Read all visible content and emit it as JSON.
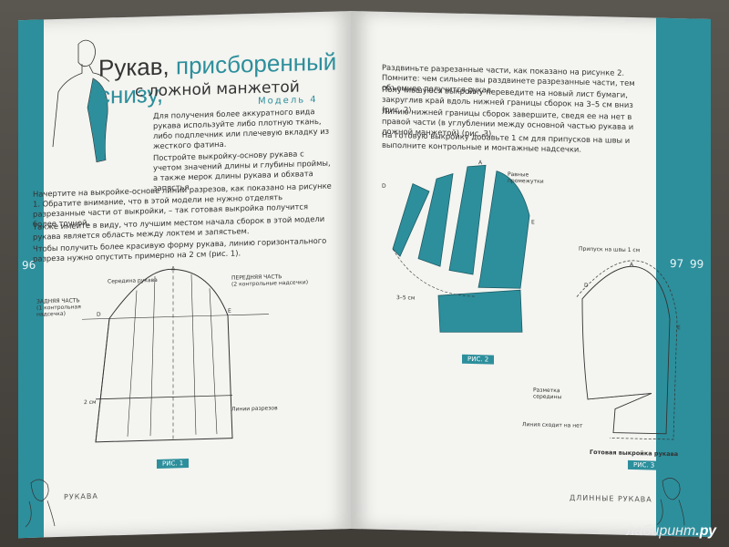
{
  "left_page": {
    "page_number": "96",
    "title_part1": "Рукав, ",
    "title_accent": "присборенный снизу,",
    "title_line2": "с ложной манжетой",
    "model_label": "Модель 4",
    "paragraphs": [
      "Для получения более аккуратного вида рукава используйте либо плотную ткань, либо подплечник или плечевую вкладку из жесткого фатина.",
      "Постройте выкройку-основу рукава с учетом значений длины и глубины проймы, а также мерок длины рукава и обхвата запястья.",
      "Начертите на выкройке-основе линии разрезов, как показано на рисунке 1. Обратите внимание, что в этой модели не нужно отделять разрезанные части от выкройки, – так готовая выкройка получится более точной.",
      "Также имейте в виду, что лучшим местом начала сборок в этой модели рукава является область между локтем и запястьем.",
      "Чтобы получить более красивую форму рукава, линию горизонтального разреза нужно опустить примерно на 2 см (рис. 1)."
    ],
    "fig1": {
      "label_a": "A",
      "label_d": "D",
      "label_e": "E",
      "center_line": "Середина рукава",
      "front": "ПЕРЕДНЯЯ ЧАСТЬ\n(2 контрольные надсечки)",
      "back": "ЗАДНЯЯ ЧАСТЬ\n(1 контрольная надсечка)",
      "cm2": "2 см",
      "cut_lines": "Линии разрезов",
      "badge": "РИС. 1"
    },
    "footer": "РУКАВА"
  },
  "right_page": {
    "page_numbers": [
      "97",
      "99"
    ],
    "paragraphs": [
      "Раздвиньте разрезанные части, как показано на рисунке 2. Помните: чем сильнее вы раздвинете разрезанные части, тем объемнее получится рукав.",
      "Получившуюся выкройку переведите на новый лист бумаги, закруглив край вдоль нижней границы сборок на 3–5 см вниз (рис. 2).",
      "Линию нижней границы сборок завершите, сведя ее на нет в правой части (в углублении между основной частью рукава и ложной манжетой) (рис. 3).",
      "На готовую выкройку добавьте 1 см для припусков на швы и выполните контрольные и монтажные надсечки."
    ],
    "fig2": {
      "label_a": "A",
      "label_d": "D",
      "label_e": "E",
      "equal": "Равные\nпромежутки",
      "cm35": "3–5 см",
      "badge": "РИС. 2"
    },
    "fig3": {
      "label_a": "A",
      "label_d": "D",
      "label_e": "E",
      "allowance": "Припуск на швы 1 см",
      "center_mark": "Разметка\nсередины",
      "fade_line": "Линия сходит на нет",
      "final": "Готовая выкройка рукава",
      "badge": "РИС. 3"
    },
    "footer": "ДЛИННЫЕ РУКАВА"
  },
  "watermark": {
    "prefix": "лабиринт",
    "suffix": ".ру"
  },
  "colors": {
    "accent": "#2d8f9c",
    "paper": "#f4f4f0"
  }
}
